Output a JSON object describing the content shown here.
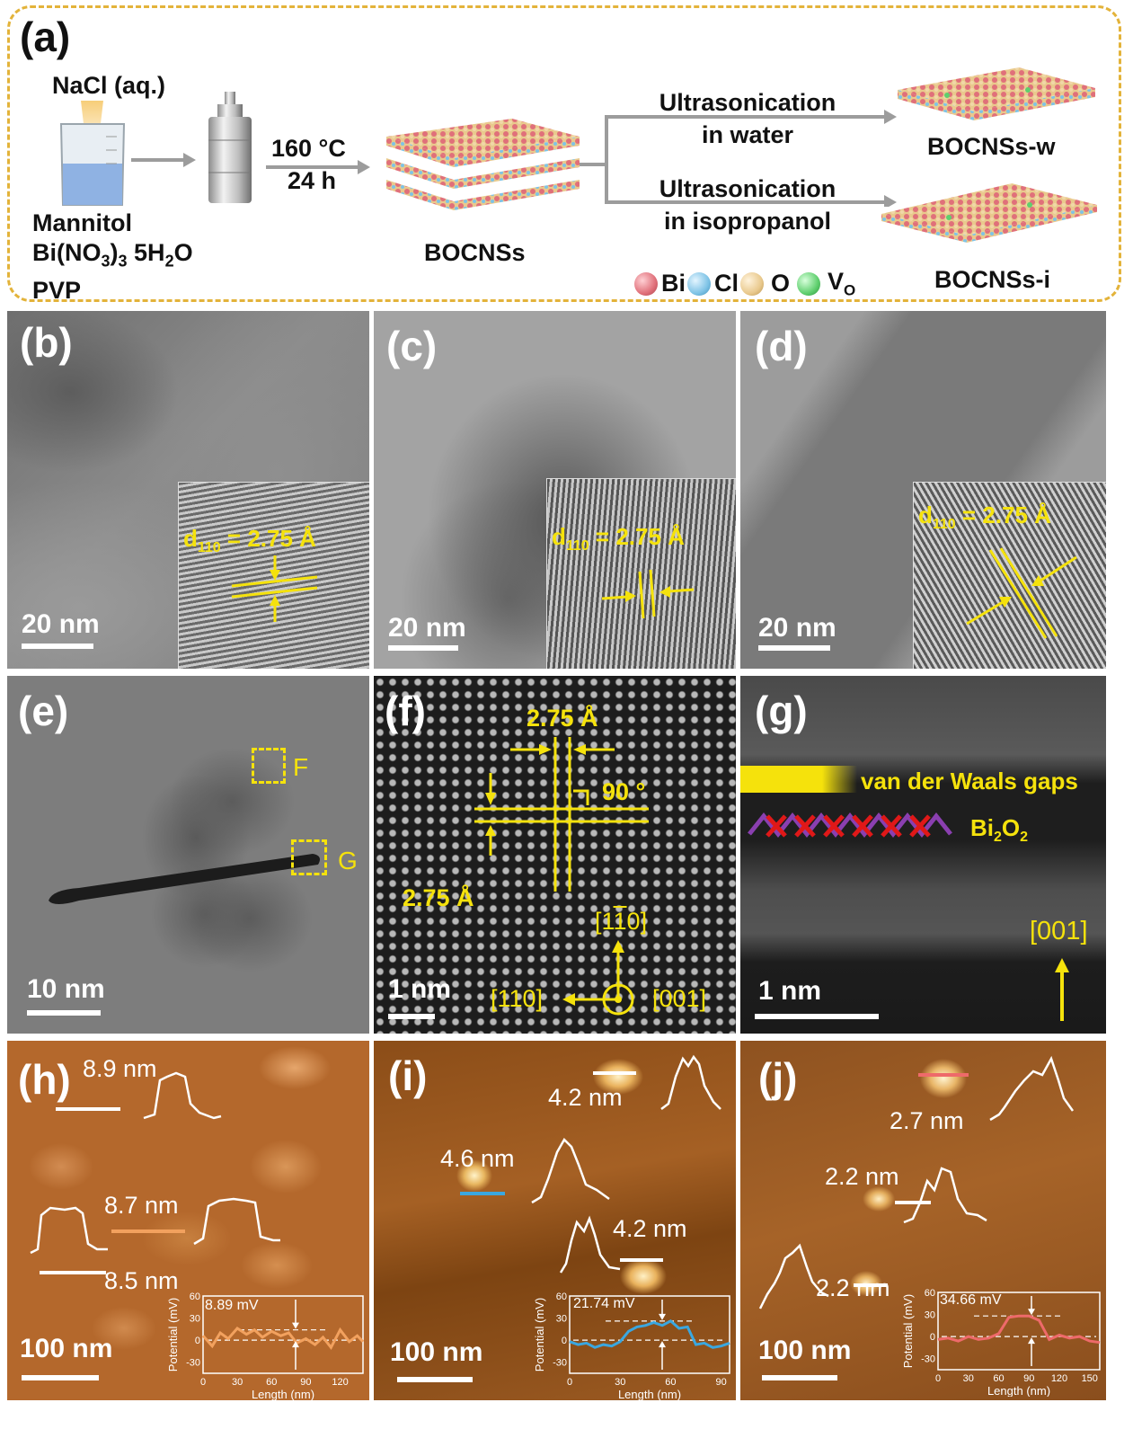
{
  "panel_a": {
    "label": "(a)",
    "nacl": "NaCl (aq.)",
    "precursors": [
      "Mannitol",
      "Bi(NO",
      "3",
      ")",
      "3",
      " 5H",
      "2",
      "O",
      "PVP"
    ],
    "condition_temp": "160 °C",
    "condition_time": "24 h",
    "bocnss": "BOCNSs",
    "route_water_1": "Ultrasonication",
    "route_water_2": "in water",
    "route_iso_1": "Ultrasonication",
    "route_iso_2": "in isopropanol",
    "product_w": "BOCNSs-w",
    "product_i": "BOCNSs-i",
    "legend": {
      "bi": "Bi",
      "cl": "Cl",
      "o": "O",
      "vo": "V",
      "vo_sub": "O"
    },
    "colors": {
      "bi": "#e0707a",
      "cl": "#7ec3e6",
      "o": "#e9c98d",
      "vo": "#5fcf6e",
      "border": "#e3b33a"
    }
  },
  "panel_b": {
    "label": "(b)",
    "scale": "20 nm",
    "d_prefix": "d",
    "d_sub": "110",
    "d_value": " = 2.75 Å"
  },
  "panel_c": {
    "label": "(c)",
    "scale": "20 nm",
    "d_prefix": "d",
    "d_sub": "110",
    "d_value": " = 2.75 Å"
  },
  "panel_d": {
    "label": "(d)",
    "scale": "20 nm",
    "d_prefix": "d",
    "d_sub": "110",
    "d_value": " = 2.75 Å"
  },
  "panel_e": {
    "label": "(e)",
    "scale": "10 nm",
    "box_f": "F",
    "box_g": "G"
  },
  "panel_f": {
    "label": "(f)",
    "scale": "1 nm",
    "spacing_top": "2.75 Å",
    "spacing_left": "2.75 Å",
    "angle": "90 °",
    "dir_up": "[1",
    "dir_up_bar": "1",
    "dir_up_end": "0]",
    "dir_left": "[110]",
    "dir_right": "[001]"
  },
  "panel_g": {
    "label": "(g)",
    "scale": "1 nm",
    "vdw": "van der Waals gaps",
    "bi2o2": "Bi",
    "bi2o2_sub1": "2",
    "bi2o2_o": "O",
    "bi2o2_sub2": "2",
    "dir": "[001]"
  },
  "panel_h": {
    "label": "(h)",
    "scale": "100 nm",
    "h1": "8.9 nm",
    "h2": "8.7 nm",
    "h3": "8.5 nm",
    "kpfm_value": "8.89 mV",
    "y_label": "Potential (mV)",
    "x_label": "Length (nm)",
    "line_color": "#f2a15e"
  },
  "panel_i": {
    "label": "(i)",
    "scale": "100 nm",
    "h1": "4.2 nm",
    "h2": "4.6 nm",
    "h3": "4.2 nm",
    "kpfm_value": "21.74 mV",
    "y_label": "Potential (mV)",
    "x_label": "Length (nm)",
    "line_color": "#3aa7e0"
  },
  "panel_j": {
    "label": "(j)",
    "scale": "100 nm",
    "h1": "2.7 nm",
    "h2": "2.2 nm",
    "h3": "2.2 nm",
    "kpfm_value": "34.66 mV",
    "y_label": "Potential (mV)",
    "x_label": "Length (nm)",
    "line_color": "#ee6a6a"
  },
  "chart_data": [
    {
      "type": "line",
      "name": "h-kpfm",
      "xlabel": "Length (nm)",
      "ylabel": "Potential (mV)",
      "xticks": [
        "0",
        "30",
        "60",
        "90",
        "120"
      ],
      "yticks": [
        "60",
        "30",
        "0",
        "-30"
      ],
      "xlim": [
        0,
        140
      ],
      "ylim": [
        -45,
        60
      ],
      "x": [
        0,
        8,
        15,
        22,
        30,
        38,
        45,
        52,
        60,
        68,
        75,
        82,
        90,
        98,
        105,
        112,
        120,
        128,
        135,
        140
      ],
      "y": [
        6,
        -8,
        10,
        2,
        16,
        8,
        14,
        4,
        12,
        6,
        10,
        -4,
        2,
        -6,
        4,
        -10,
        14,
        -2,
        6,
        -2
      ]
    },
    {
      "type": "line",
      "name": "i-kpfm",
      "xlabel": "Length (nm)",
      "ylabel": "Potential (mV)",
      "xticks": [
        "0",
        "30",
        "60",
        "90"
      ],
      "yticks": [
        "60",
        "30",
        "0",
        "-30"
      ],
      "xlim": [
        0,
        95
      ],
      "ylim": [
        -45,
        60
      ],
      "x": [
        0,
        5,
        10,
        15,
        20,
        25,
        30,
        35,
        40,
        45,
        50,
        55,
        60,
        65,
        70,
        75,
        80,
        85,
        90,
        95
      ],
      "y": [
        -2,
        -6,
        -4,
        -10,
        -6,
        -8,
        -2,
        12,
        18,
        20,
        24,
        20,
        26,
        16,
        18,
        -6,
        -4,
        -10,
        -8,
        -4
      ]
    },
    {
      "type": "line",
      "name": "j-kpfm",
      "xlabel": "Length (nm)",
      "ylabel": "Potential (mV)",
      "xticks": [
        "0",
        "30",
        "60",
        "90",
        "120",
        "150"
      ],
      "yticks": [
        "60",
        "30",
        "0",
        "-30"
      ],
      "xlim": [
        0,
        160
      ],
      "ylim": [
        -45,
        60
      ],
      "x": [
        0,
        10,
        20,
        30,
        40,
        50,
        60,
        70,
        80,
        90,
        100,
        110,
        120,
        130,
        140,
        150,
        160
      ],
      "y": [
        -4,
        -2,
        -6,
        0,
        -4,
        -2,
        4,
        26,
        28,
        28,
        22,
        -4,
        2,
        -2,
        0,
        -6,
        -8
      ]
    }
  ]
}
